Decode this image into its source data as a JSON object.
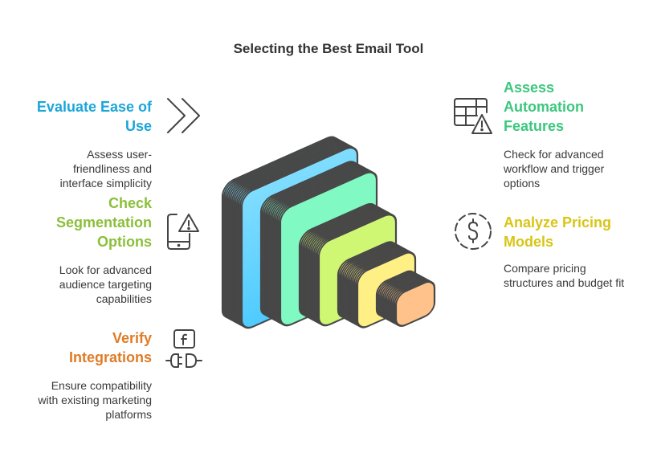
{
  "title": "Selecting the Best Email Tool",
  "steps": [
    {
      "id": "ease",
      "heading": "Evaluate Ease of\nUse",
      "description": "Assess user-\nfriendliness and \ninterface simplicity",
      "color": "#1ca6d9",
      "icon": "double-chevron-right-icon"
    },
    {
      "id": "segmentation",
      "heading": "Check \nSegmentation \nOptions",
      "description": "Look for advanced\naudience targeting\ncapabilities",
      "color": "#8bbf3a",
      "icon": "phone-warning-icon"
    },
    {
      "id": "integrations",
      "heading": "Verify \nIntegrations",
      "description": "Ensure compatibility\nwith existing marketing\nplatforms",
      "color": "#e07b26",
      "icon": "plug-icon"
    },
    {
      "id": "automation",
      "heading": "Assess\nAutomation\nFeatures",
      "description": "Check for advanced\nworkflow and trigger\noptions",
      "color": "#3cc77e",
      "icon": "table-warning-icon"
    },
    {
      "id": "pricing",
      "heading": "Analyze Pricing\nModels",
      "description": "Compare pricing\nstructures and budget fit",
      "color": "#d8c515",
      "icon": "dollar-circle-icon"
    }
  ],
  "layers": [
    {
      "name": "blue",
      "fill": "#6ed6ff"
    },
    {
      "name": "green",
      "fill": "#80f9c2"
    },
    {
      "name": "lime",
      "fill": "#d0f773"
    },
    {
      "name": "yellow",
      "fill": "#fff085"
    },
    {
      "name": "orange",
      "fill": "#ffc28a"
    }
  ]
}
